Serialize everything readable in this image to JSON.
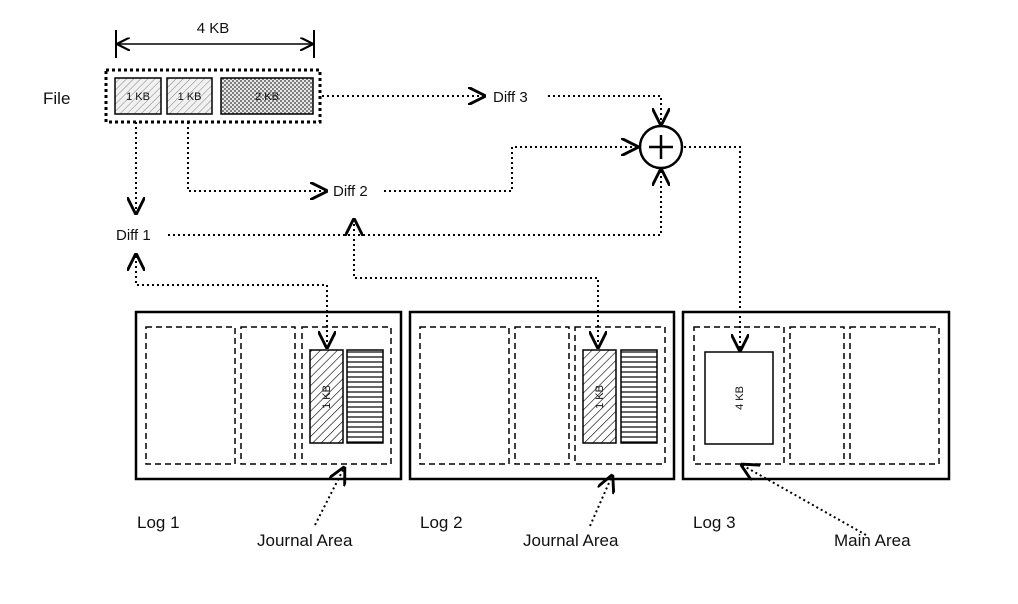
{
  "file": {
    "label": "File",
    "size_dimension": "4 KB",
    "blocks": [
      "1 KB",
      "1 KB",
      "2 KB"
    ]
  },
  "diffs": [
    "Diff 1",
    "Diff 2",
    "Diff 3"
  ],
  "merge_symbol": "+",
  "logs": [
    {
      "label": "Log 1",
      "area_label": "Journal Area",
      "block_label": "1 KB"
    },
    {
      "label": "Log 2",
      "area_label": "Journal Area",
      "block_label": "1 KB"
    },
    {
      "label": "Log 3",
      "area_label": "Main Area",
      "block_label": "4 KB"
    }
  ]
}
